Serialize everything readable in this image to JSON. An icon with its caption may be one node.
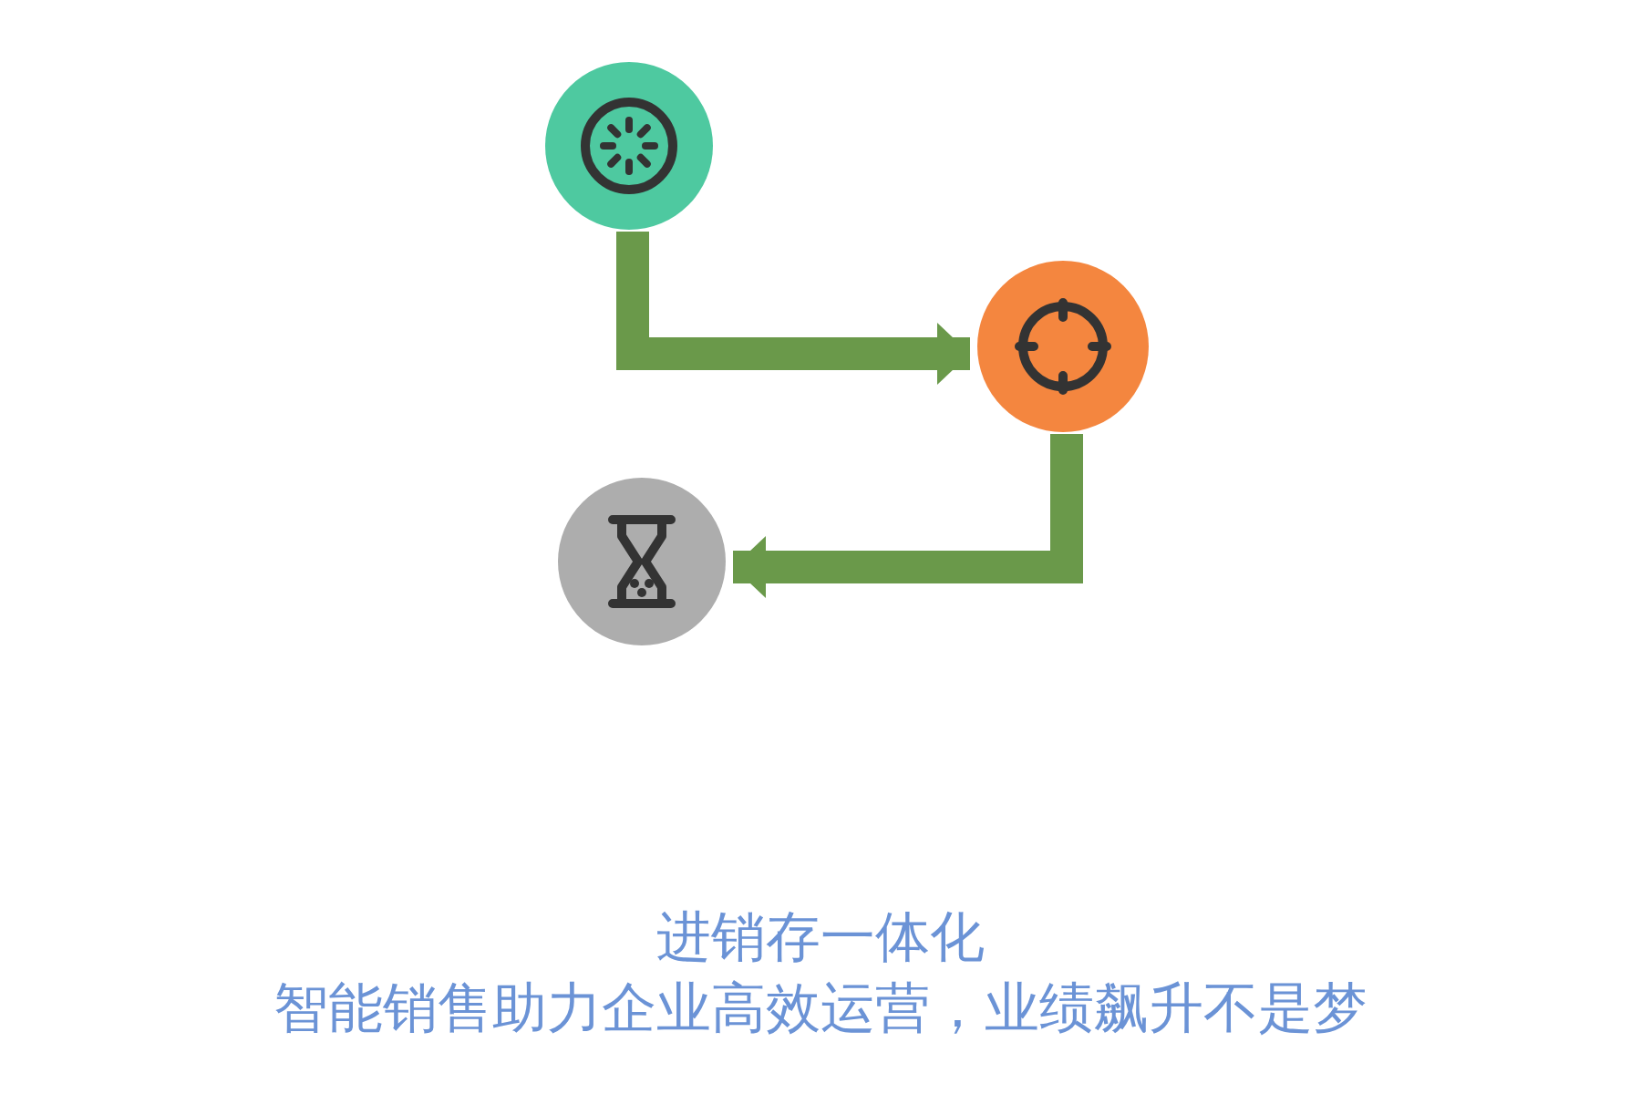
{
  "diagram": {
    "title": "进销存一体化",
    "caption": "智能销售助力企业高效运营，业绩飙升不是梦",
    "nodes": [
      {
        "text": [],
        "shape": "circle"
      },
      {
        "text": [],
        "shape": "circle"
      },
      {
        "text": [],
        "shape": "circle"
      }
    ],
    "edges": [
      {
        "from": 0,
        "to": 1,
        "arrow": "to"
      },
      {
        "from": 1,
        "to": 2,
        "arrow": "to"
      }
    ]
  }
}
